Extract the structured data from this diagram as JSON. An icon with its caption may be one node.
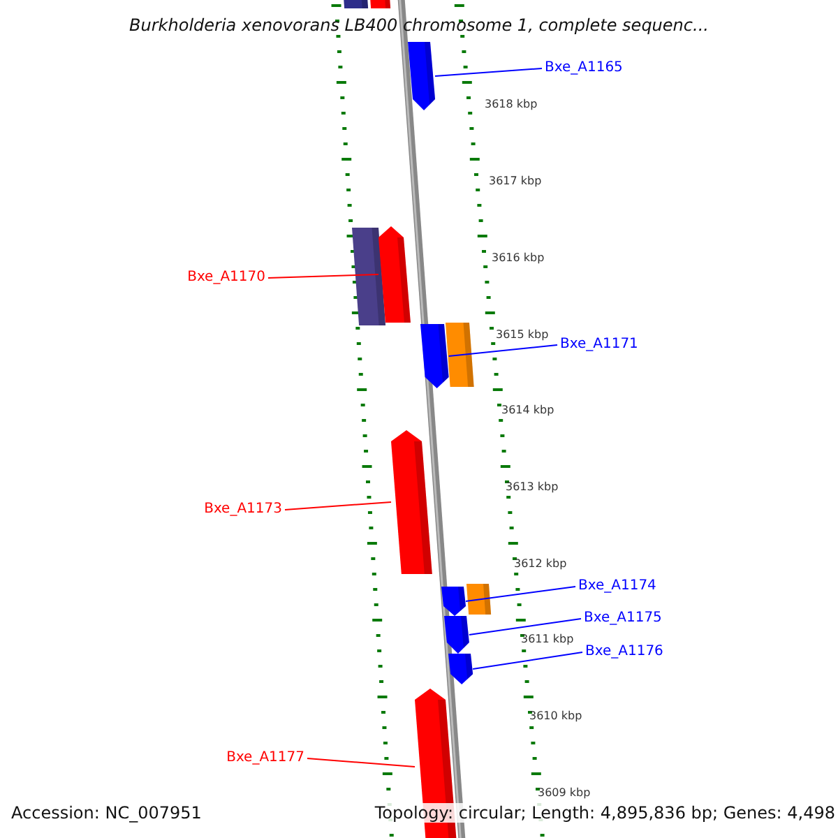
{
  "diagram": {
    "title": "Burkholderia xenovorans LB400 chromosome 1, complete sequenc...",
    "nodes": [
      {
        "text": [],
        "shape": "bar"
      },
      {
        "text": [],
        "shape": "bar"
      },
      {
        "text": [],
        "shape": "bar"
      },
      {
        "text": [
          "Bxe_A1165"
        ]
      },
      {
        "text": [],
        "shape": "bar"
      },
      {
        "text": [],
        "shape": "bar"
      },
      {
        "text": [
          "Bxe_A1170"
        ]
      },
      {
        "text": [],
        "shape": "bar"
      },
      {
        "text": [],
        "shape": "bar"
      },
      {
        "text": [
          "Bxe_A1171"
        ]
      },
      {
        "text": [],
        "shape": "bar"
      },
      {
        "text": [
          "Bxe_A1173"
        ]
      },
      {
        "text": [
          "Bxe_A1174"
        ]
      },
      {
        "text": [],
        "shape": "bar"
      },
      {
        "text": [],
        "shape": "bar"
      },
      {
        "text": [
          "Bxe_A1175"
        ]
      },
      {
        "text": [],
        "shape": "bar"
      },
      {
        "text": [
          "Bxe_A1176"
        ]
      },
      {
        "text": [],
        "shape": "bar"
      },
      {
        "text": [
          "Bxe_A1177"
        ]
      },
      {
        "text": [],
        "shape": "bar"
      }
    ],
    "edges": [
      {
        "from": 3,
        "to": 2,
        "arrow": "none"
      },
      {
        "from": 6,
        "to": 5,
        "arrow": "none",
        "color": "#ff0000"
      },
      {
        "from": 9,
        "to": 7,
        "arrow": "none"
      },
      {
        "from": 11,
        "to": 10,
        "arrow": "none",
        "color": "#ff0000"
      },
      {
        "from": 12,
        "to": 13,
        "arrow": "none"
      },
      {
        "from": 15,
        "to": 16,
        "arrow": "none"
      },
      {
        "from": 17,
        "to": 18,
        "arrow": "none"
      },
      {
        "from": 19,
        "to": 20,
        "arrow": "none",
        "color": "#ff0000"
      }
    ],
    "labels": [
      "3618 kbp",
      "3617 kbp",
      "3616 kbp",
      "3615 kbp",
      "3614 kbp",
      "3613 kbp",
      "3612 kbp",
      "3611 kbp",
      "3610 kbp",
      "3609 kbp",
      "Accession: NC_007951",
      "Topology: circular; Length: 4,895,836 bp; Genes: 4,498"
    ]
  }
}
